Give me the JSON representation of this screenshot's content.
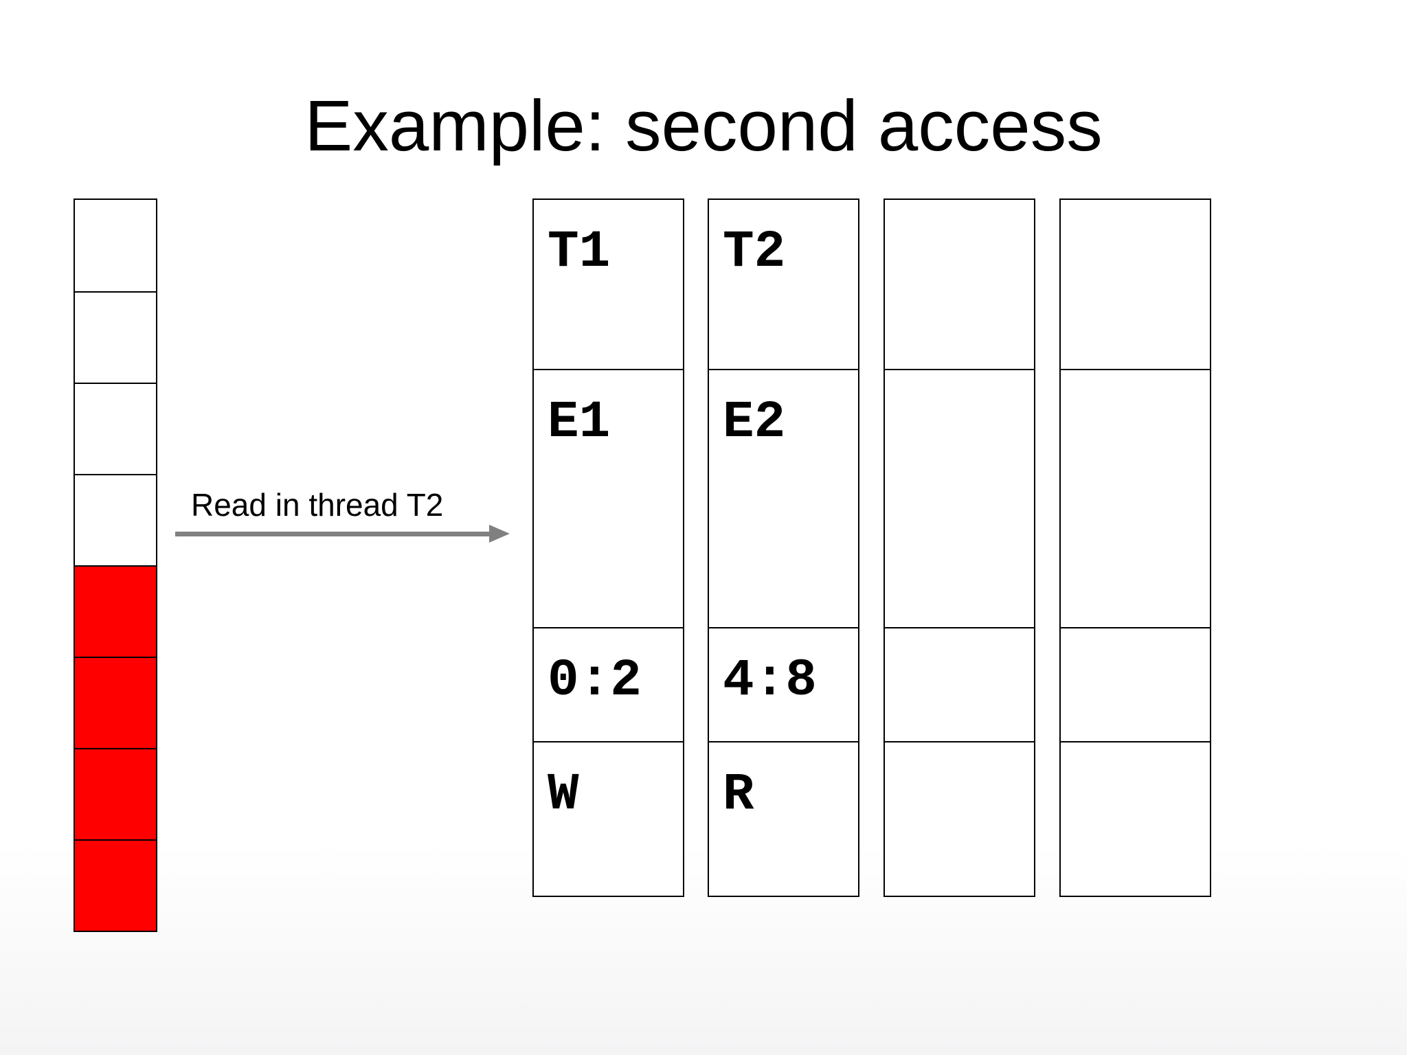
{
  "title": "Example: second access",
  "colors": {
    "cell_fill_red": "#ff0000",
    "cell_fill_white": "#ffffff",
    "border_black": "#000000",
    "arrow_gray": "#808080"
  },
  "memory_strip": {
    "cells": [
      "white",
      "white",
      "white",
      "white",
      "red",
      "red",
      "red",
      "red"
    ]
  },
  "arrow": {
    "label": "Read in thread T2"
  },
  "cache_tables": {
    "columns": [
      {
        "thread": "T1",
        "entry": "E1",
        "range": "0:2",
        "op": "W"
      },
      {
        "thread": "T2",
        "entry": "E2",
        "range": "4:8",
        "op": "R"
      },
      {
        "thread": "",
        "entry": "",
        "range": "",
        "op": ""
      },
      {
        "thread": "",
        "entry": "",
        "range": "",
        "op": ""
      }
    ]
  }
}
